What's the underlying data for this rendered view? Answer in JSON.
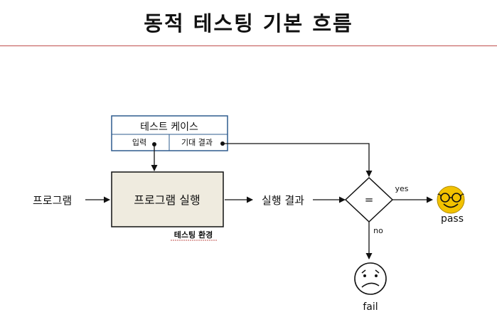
{
  "title": "동적 테스팅 기본 흐름",
  "test_case": {
    "title": "테스트 케이스",
    "input_label": "입력",
    "expected_label": "기대 결과"
  },
  "program_label": "프로그램",
  "process_label": "프로그램 실행",
  "environment_label": "테스팅 환경",
  "result_label": "실행 결과",
  "compare_symbol": "=",
  "yes_label": "yes",
  "no_label": "no",
  "pass_label": "pass",
  "fail_label": "fail",
  "colors": {
    "title_rule": "#c0504d",
    "testcase_border": "#2e5b8e",
    "process_fill": "#efebdf",
    "pass_face": "#f2c200",
    "environment_underline": "#c0504d"
  },
  "icons": {
    "pass": "happy-face-with-glasses-icon",
    "fail": "sad-face-icon"
  }
}
